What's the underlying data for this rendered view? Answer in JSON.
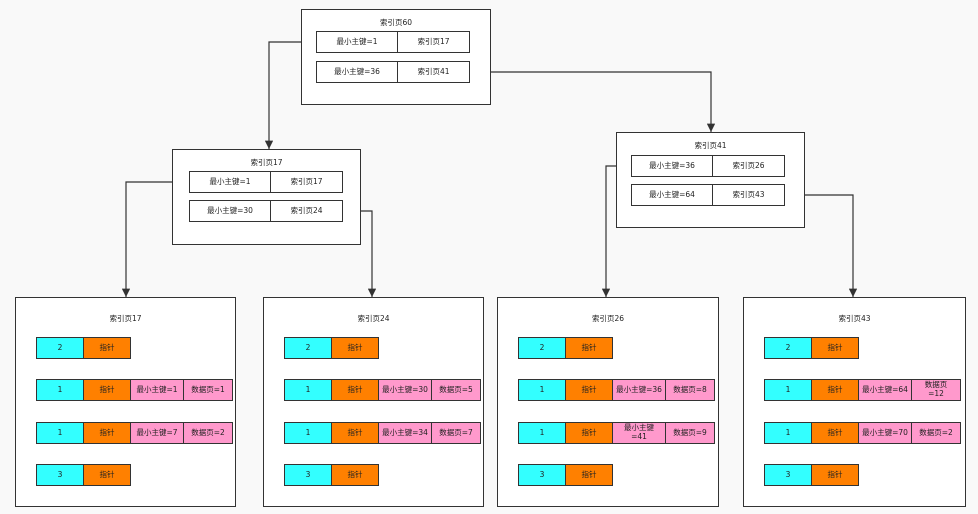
{
  "colors": {
    "record_id": "#33ffff",
    "pointer": "#ff8000",
    "entry": "#ff99cc",
    "line": "#333333"
  },
  "root": {
    "title": "索引页60",
    "entries": [
      {
        "key": "最小主键=1",
        "page": "索引页17"
      },
      {
        "key": "最小主键=36",
        "page": "索引页41"
      }
    ]
  },
  "branches": [
    {
      "title": "索引页17",
      "entries": [
        {
          "key": "最小主键=1",
          "page": "索引页17"
        },
        {
          "key": "最小主键=30",
          "page": "索引页24"
        }
      ]
    },
    {
      "title": "索引页41",
      "entries": [
        {
          "key": "最小主键=36",
          "page": "索引页26"
        },
        {
          "key": "最小主键=64",
          "page": "索引页43"
        }
      ]
    }
  ],
  "leaves": [
    {
      "title": "索引页17",
      "records": [
        {
          "id": "2",
          "pointer": "指针",
          "key": "",
          "data": ""
        },
        {
          "id": "1",
          "pointer": "指针",
          "key": "最小主键=1",
          "data": "数据页=1"
        },
        {
          "id": "1",
          "pointer": "指针",
          "key": "最小主键=7",
          "data": "数据页=2"
        },
        {
          "id": "3",
          "pointer": "指针",
          "key": "",
          "data": ""
        }
      ]
    },
    {
      "title": "索引页24",
      "records": [
        {
          "id": "2",
          "pointer": "指针",
          "key": "",
          "data": ""
        },
        {
          "id": "1",
          "pointer": "指针",
          "key": "最小主键=30",
          "data": "数据页=5"
        },
        {
          "id": "1",
          "pointer": "指针",
          "key": "最小主键=34",
          "data": "数据页=7"
        },
        {
          "id": "3",
          "pointer": "指针",
          "key": "",
          "data": ""
        }
      ]
    },
    {
      "title": "索引页26",
      "records": [
        {
          "id": "2",
          "pointer": "指针",
          "key": "",
          "data": ""
        },
        {
          "id": "1",
          "pointer": "指针",
          "key": "最小主键=36",
          "data": "数据页=8"
        },
        {
          "id": "1",
          "pointer": "指针",
          "key": "最小主键\n=41",
          "data": "数据页=9"
        },
        {
          "id": "3",
          "pointer": "指针",
          "key": "",
          "data": ""
        }
      ]
    },
    {
      "title": "索引页43",
      "records": [
        {
          "id": "2",
          "pointer": "指针",
          "key": "",
          "data": ""
        },
        {
          "id": "1",
          "pointer": "指针",
          "key": "最小主键=64",
          "data": "数据页\n=12"
        },
        {
          "id": "1",
          "pointer": "指针",
          "key": "最小主键=70",
          "data": "数据页=2"
        },
        {
          "id": "3",
          "pointer": "指针",
          "key": "",
          "data": ""
        }
      ]
    }
  ]
}
